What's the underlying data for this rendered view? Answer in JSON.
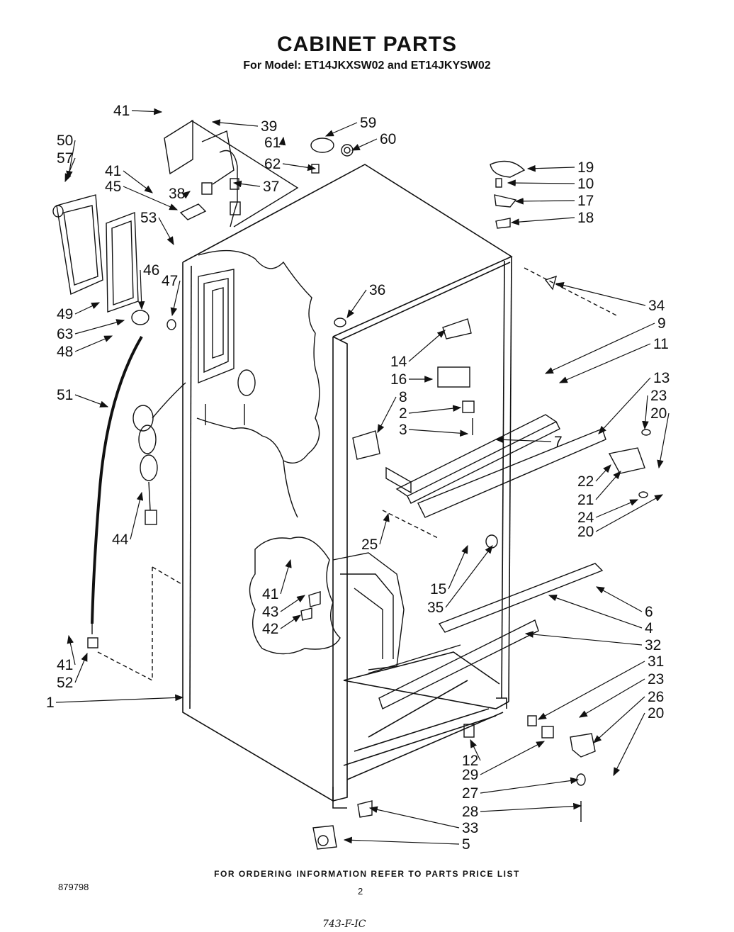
{
  "title": "CABINET PARTS",
  "subtitle": "For Model: ET14JKXSW02 and  ET14JKYSW02",
  "footer": "FOR ORDERING INFORMATION REFER TO PARTS PRICE LIST",
  "doc_number": "879798",
  "page_number": "2",
  "handwritten_note": "743-F-IC",
  "callouts": [
    "41",
    "39",
    "59",
    "61",
    "60",
    "50",
    "57",
    "62",
    "37",
    "41",
    "45",
    "38",
    "19",
    "10",
    "17",
    "18",
    "53",
    "46",
    "47",
    "34",
    "36",
    "9",
    "11",
    "14",
    "16",
    "13",
    "23",
    "20",
    "49",
    "63",
    "48",
    "51",
    "8",
    "2",
    "3",
    "7",
    "22",
    "21",
    "24",
    "20",
    "44",
    "25",
    "15",
    "35",
    "41",
    "43",
    "42",
    "6",
    "4",
    "32",
    "41",
    "52",
    "1",
    "31",
    "23",
    "26",
    "20",
    "12",
    "29",
    "27",
    "28",
    "33",
    "5"
  ]
}
